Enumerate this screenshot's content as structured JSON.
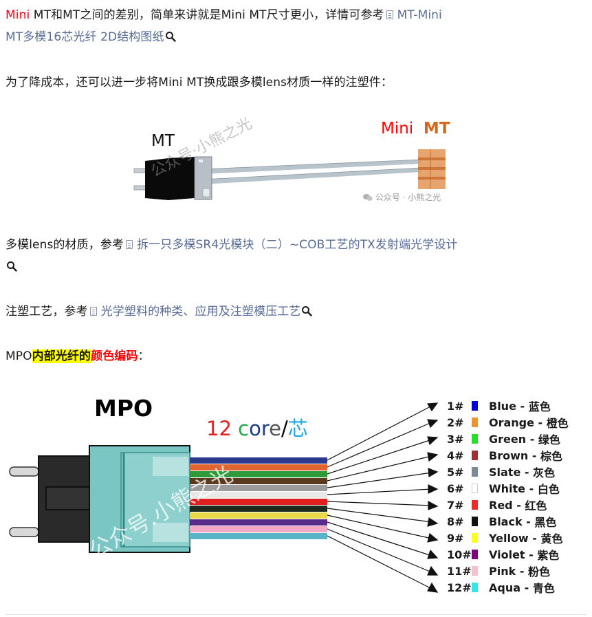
{
  "paragraphs": {
    "p1": {
      "prefix_red": "Mini",
      "text": " MT和MT之间的差别，简单来讲就是Mini MT尺寸更小，详情可参考",
      "link_line1": "MT-Mini",
      "link_line2": "MT多模16芯光纤 2D结构图纸"
    },
    "p2": {
      "text": "为了降成本，还可以进一步将Mini MT换成跟多模lens材质一样的注塑件："
    },
    "p3": {
      "text": "多模lens的材质，参考",
      "link": "拆一只多模SR4光模块（二）~COB工艺的TX发射端光学设计"
    },
    "p4": {
      "text": "注塑工艺，参考",
      "link": "光学塑料的种类、应用及注塑模压工艺"
    },
    "p5": {
      "prefix": "MPO",
      "highlight_yellow": "内部光纤的",
      "highlight_red": "颜色编码",
      "suffix": "："
    }
  },
  "mt_figure": {
    "label_mt": "MT",
    "label_mini": "Mini",
    "label_mini_mt": "MT",
    "watermark": "公众号·小熊之光",
    "corner_watermark": "公众号 · 小熊之光"
  },
  "mpo_figure": {
    "title": "MPO",
    "core_label": {
      "num": "12",
      "word_c": "c",
      "word_o": "o",
      "word_r": "r",
      "word_e": "e",
      "slash": "/",
      "cn": "芯"
    },
    "watermark": "公众号.小熊之光",
    "fibers": [
      {
        "num": "1#",
        "name": "Blue",
        "cn": "蓝色",
        "color": "#0000e0",
        "wire": "#2b3a8f"
      },
      {
        "num": "2#",
        "name": "Orange",
        "cn": "橙色",
        "color": "#f0922e",
        "wire": "#e0652e"
      },
      {
        "num": "3#",
        "name": "Green",
        "cn": "绿色",
        "color": "#22e022",
        "wire": "#2f9a3a"
      },
      {
        "num": "4#",
        "name": "Brown",
        "cn": "棕色",
        "color": "#a33030",
        "wire": "#5a3a1c"
      },
      {
        "num": "5#",
        "name": "Slate",
        "cn": "灰色",
        "color": "#7a8a98",
        "wire": "#9a9a9a"
      },
      {
        "num": "6#",
        "name": "White",
        "cn": "白色",
        "color": "#ffffff",
        "wire": "#e8e8e8"
      },
      {
        "num": "7#",
        "name": "Red",
        "cn": "红色",
        "color": "#f02a2a",
        "wire": "#e02020"
      },
      {
        "num": "8#",
        "name": "Black",
        "cn": "黑色",
        "color": "#111111",
        "wire": "#1e2a1e"
      },
      {
        "num": "9#",
        "name": "Yellow",
        "cn": "黄色",
        "color": "#ffff20",
        "wire": "#e8d84a"
      },
      {
        "num": "10#",
        "name": "Violet",
        "cn": "紫色",
        "color": "#800080",
        "wire": "#5a2a8a"
      },
      {
        "num": "11#",
        "name": "Pink",
        "cn": "粉色",
        "color": "#f4c0cc",
        "wire": "#f0a8c4"
      },
      {
        "num": "12#",
        "name": "Aqua",
        "cn": "青色",
        "color": "#30e8e8",
        "wire": "#5ab4c8"
      }
    ]
  },
  "colors": {
    "link": "#576b95",
    "accent_red": "#e60012",
    "highlight": "#ffff00"
  }
}
